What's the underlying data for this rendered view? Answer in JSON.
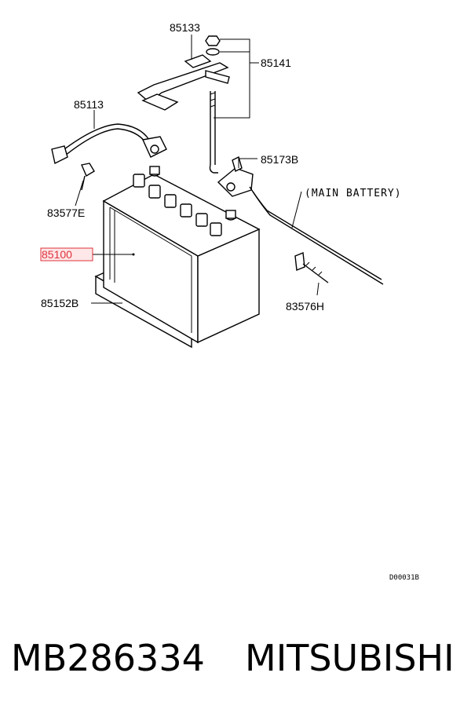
{
  "diagram": {
    "callouts": {
      "c85133": "85133",
      "c85141": "85141",
      "c85113": "85113",
      "c85173b": "85173B",
      "c83577e": "83577E",
      "c85100": "85100",
      "c85152b": "85152B",
      "c83576h": "83576H",
      "main_battery": "(MAIN BATTERY)"
    },
    "highlight_color": "#e0303a",
    "drawing_code": "D00031B"
  },
  "footer": {
    "part_number": "MB286334",
    "brand": "MITSUBISHI"
  }
}
